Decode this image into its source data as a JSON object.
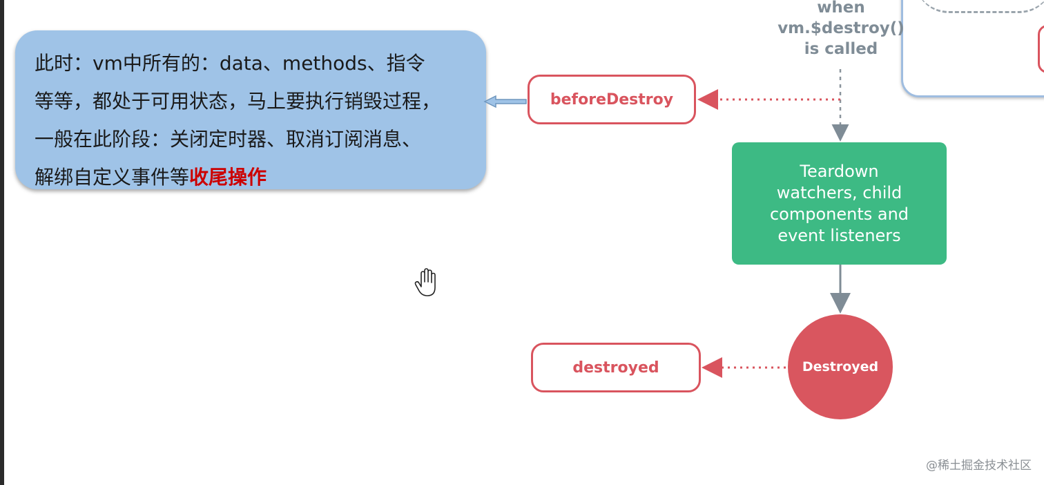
{
  "note": {
    "lines": [
      "此时：vm中所有的：data、methods、指令",
      "等等，都处于可用状态，马上要执行销毁过程，",
      "一般在此阶段：关闭定时器、取消订阅消息、"
    ],
    "last_line": "解绑自定义事件等",
    "highlight": "收尾操作",
    "background": "#9fc3e7",
    "highlight_color": "#cc0000"
  },
  "trigger": {
    "lines": [
      "when",
      "vm.$destroy()",
      "is called"
    ]
  },
  "hooks": {
    "before_destroy": "beforeDestroy",
    "destroyed": "destroyed"
  },
  "teardown": {
    "lines": [
      "Teardown",
      "watchers, child",
      "components and",
      "event listeners"
    ],
    "color": "#3dba84"
  },
  "destroyed_state": {
    "label": "Destroyed",
    "color": "#d9565f"
  },
  "watermark": "@稀土掘金技术社区",
  "icons": {
    "cursor": "hand-cursor-icon",
    "note_arrow": "arrow-left-icon"
  }
}
